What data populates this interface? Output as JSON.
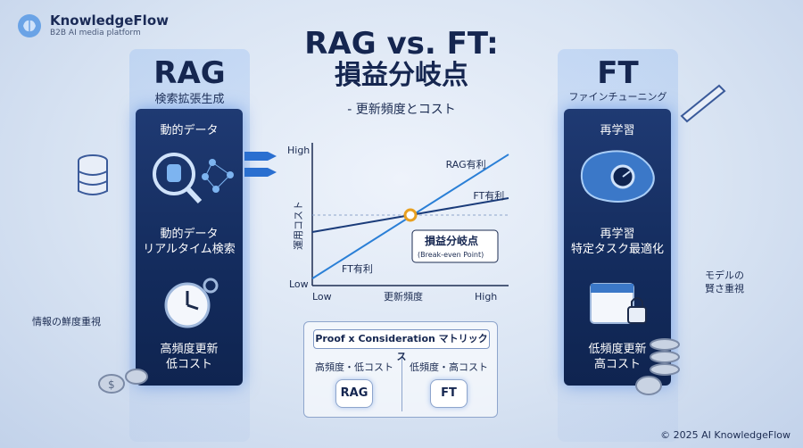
{
  "brand": {
    "name": "KnowledgeFlow",
    "tagline": "B2B AI media platform"
  },
  "title": {
    "line1": "RAG vs. FT:",
    "line2": "損益分岐点",
    "subtitle": "- 更新頻度とコスト"
  },
  "rag": {
    "title": "RAG",
    "subtitle": "検索拡張生成",
    "label_top": "動的データ",
    "label_mid_1": "動的データ",
    "label_mid_2": "リアルタイム検索",
    "label_bottom_1": "高頻度更新",
    "label_bottom_2": "低コスト",
    "side_note": "情報の鮮度重視"
  },
  "ft": {
    "title": "FT",
    "subtitle": "ファインチューニング",
    "label_top": "再学習",
    "label_mid_1": "再学習",
    "label_mid_2": "特定タスク最適化",
    "label_bottom_1": "低頻度更新",
    "label_bottom_2": "高コスト",
    "side_note_1": "モデルの",
    "side_note_2": "賢さ重視"
  },
  "chart_data": {
    "type": "line",
    "xlabel": "更新頻度",
    "ylabel": "運用コスト",
    "x_ticks": [
      "Low",
      "High"
    ],
    "y_ticks": [
      "Low",
      "High"
    ],
    "x": [
      0,
      1
    ],
    "series": [
      {
        "name": "RAG有利",
        "values": [
          0.05,
          0.93
        ]
      },
      {
        "name": "FT有利",
        "values": [
          0.38,
          0.62
        ]
      }
    ],
    "annotations": [
      {
        "text": "FT有利",
        "x": 0.25,
        "y": 0.12
      },
      {
        "text": "RAG有利",
        "x": 0.78,
        "y": 0.86
      },
      {
        "text": "FT有利",
        "x": 0.92,
        "y": 0.64
      },
      {
        "text": "損益分岐点",
        "x": 0.5,
        "y": 0.5
      },
      {
        "text": "(Break-even Point)",
        "x": 0.5,
        "y": 0.5
      }
    ],
    "breakeven": {
      "x": 0.5,
      "y": 0.5
    },
    "colors": {
      "rag": "#2a7fd6",
      "ft": "#1b3c7a",
      "point": "#e8a020"
    }
  },
  "matrix": {
    "title": "Proof x Consideration マトリックス",
    "col1_label": "高頻度・低コスト",
    "col2_label": "低頻度・高コスト",
    "col1_value": "RAG",
    "col2_value": "FT"
  },
  "footer": "© 2025 AI KnowledgeFlow"
}
